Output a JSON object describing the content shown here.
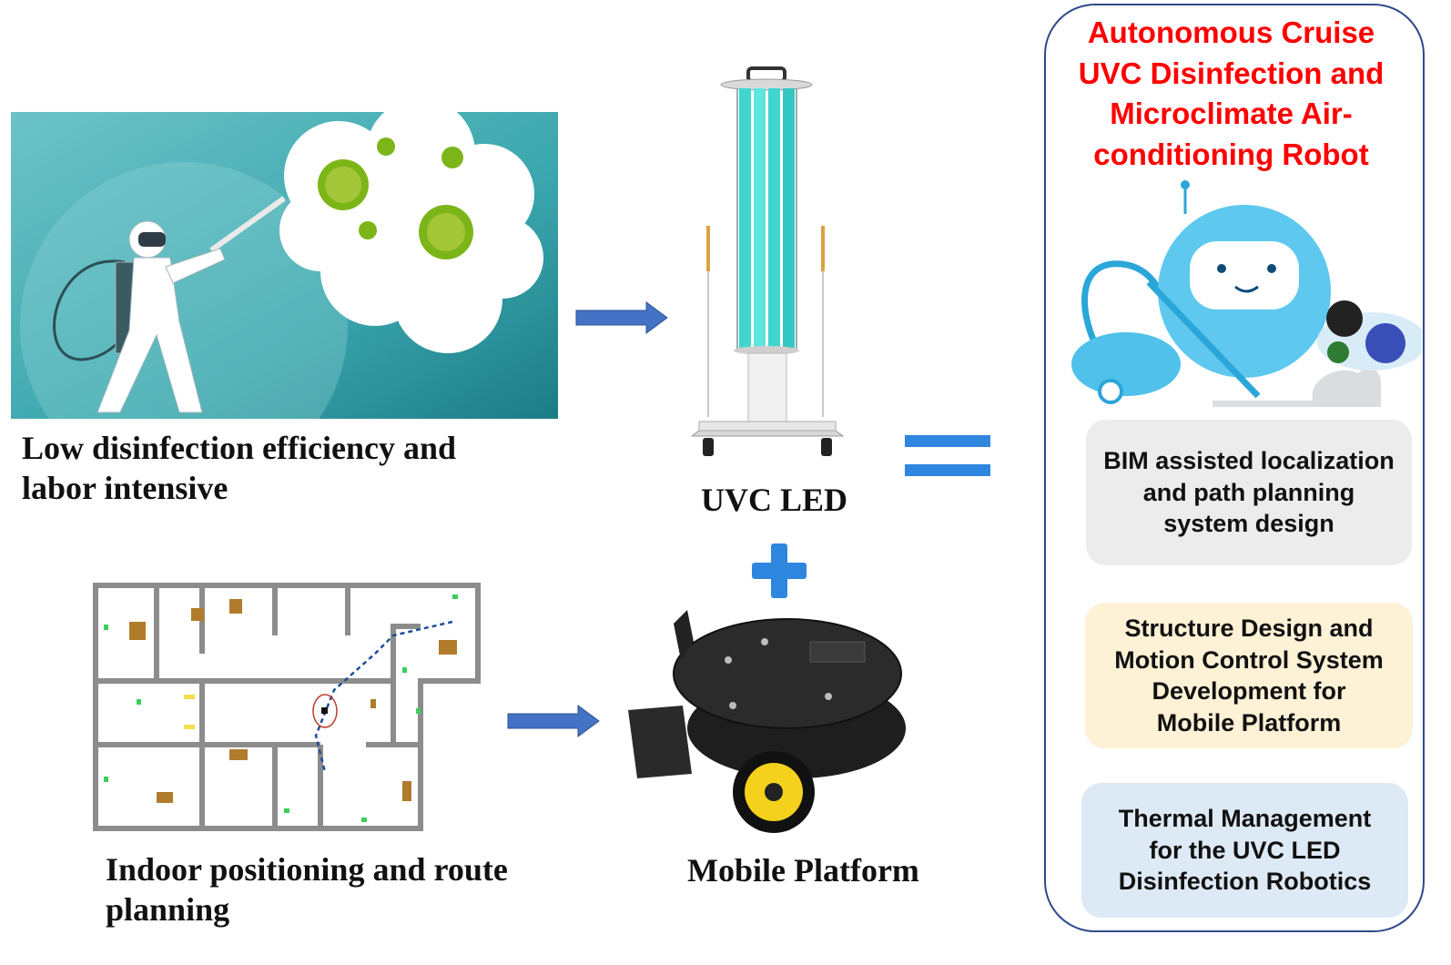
{
  "captions": {
    "low_efficiency": [
      "Low disinfection efficiency and",
      "labor intensive"
    ],
    "uvc_led": "UVC LED",
    "indoor_positioning": [
      "Indoor positioning and route",
      "planning"
    ],
    "mobile_platform": "Mobile Platform"
  },
  "robot_panel": {
    "title_lines": [
      "Autonomous Cruise",
      "UVC Disinfection and",
      "Microclimate Air-",
      "conditioning Robot"
    ],
    "modules": [
      {
        "lines": [
          "BIM assisted localization",
          "and path planning",
          "system design"
        ],
        "color": "#ececec"
      },
      {
        "lines": [
          "Structure Design and",
          "Motion Control System",
          "Development for",
          "Mobile Platform"
        ],
        "color": "#fdf1d6"
      },
      {
        "lines": [
          "Thermal Management",
          "for the UVC LED",
          "Disinfection Robotics"
        ],
        "color": "#dde9f5"
      }
    ],
    "border_color": "#2f4a8a"
  },
  "colors": {
    "arrow": "#4472c4",
    "equals": "#2e86de",
    "plus": "#2e86de",
    "title": "#ff0000"
  }
}
